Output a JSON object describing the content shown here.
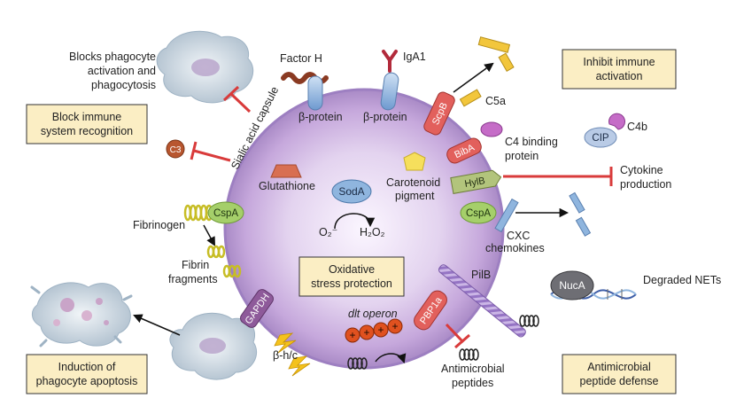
{
  "boxes": {
    "block_recognition": [
      "Block immune",
      "system recognition"
    ],
    "inhibit_activation": [
      "Inhibit immune",
      "activation"
    ],
    "oxidative": [
      "Oxidative",
      "stress protection"
    ],
    "apoptosis": [
      "Induction of",
      "phagocyte apoptosis"
    ],
    "antimicrobial_defense": [
      "Antimicrobial",
      "peptide defense"
    ]
  },
  "labels": {
    "blocks_phagocyte": [
      "Blocks phagocyte",
      "activation and",
      "phagocytosis"
    ],
    "factor_h": "Factor H",
    "iga1": "IgA1",
    "beta_protein_1": "β-protein",
    "beta_protein_2": "β-protein",
    "sialic_capsule": "Sialic acid capsule",
    "c3": "C3",
    "glutathione": "Glutathione",
    "sodA": "SodA",
    "o2": "O₂⁻",
    "h2o2": "H₂O₂",
    "carotenoid": [
      "Carotenoid",
      "pigment"
    ],
    "fibrinogen": "Fibrinogen",
    "cspA_left": "CspA",
    "cspA_right": "CspA",
    "fibrin_fragments": [
      "Fibrin",
      "fragments"
    ],
    "gapdh": "GAPDH",
    "beta_hc": "β-h/c",
    "dlt_operon": "dlt operon",
    "antimicrobial_peptides": [
      "Antimicrobial",
      "peptides"
    ],
    "pbp1a": "PBP1a",
    "pilb": "PilB",
    "nucA": "NucA",
    "degraded_nets": "Degraded NETs",
    "cxc": [
      "CXC",
      "chemokines"
    ],
    "cytokine": [
      "Cytokine",
      "production"
    ],
    "hylB": "HylB",
    "bibA": "BibA",
    "c4bp": [
      "C4 binding",
      "protein"
    ],
    "scpB": "ScpB",
    "c5a": "C5a",
    "cip": "CIP",
    "c4b": "C4b",
    "plus": "+"
  },
  "colors": {
    "box_fill": "#fbeec4",
    "cell_edge": "#c9b5dc",
    "cell_center": "#b895cf",
    "protein_green": "#a5cf6a",
    "protein_red": "#e2605c",
    "protein_purple": "#8e5a9a",
    "inhibit_red": "#d93b3b",
    "pill_blue": "#8fb5de"
  }
}
